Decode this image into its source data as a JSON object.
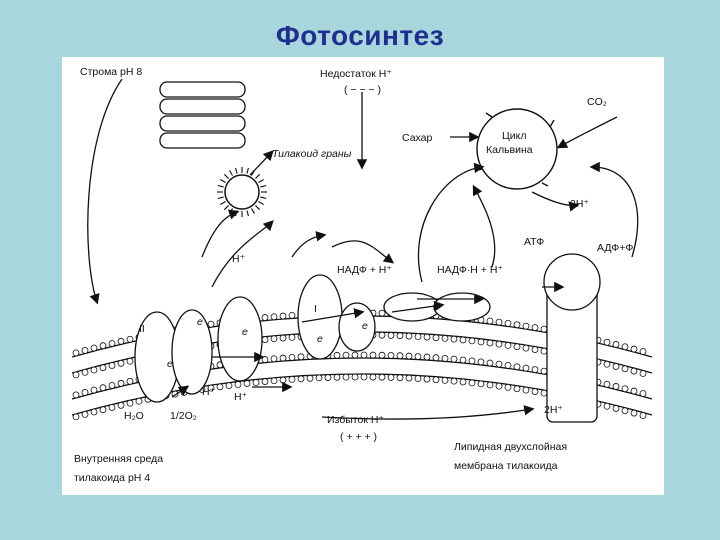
{
  "slide": {
    "title": "Фотосинтез"
  },
  "diagram": {
    "stroma": "Строма рН 8",
    "deficit": "Недостаток Н⁺",
    "deficit_sign": "( − − − )",
    "co2": "CO₂",
    "calvin_line1": "Цикл",
    "calvin_line2": "Кальвина",
    "sugar": "Сахар",
    "grana": "Тилакоид граны",
    "two_h_top": "2Н⁺",
    "atp": "АТФ",
    "adp": "АДФ+Ф",
    "h_plus_stroma": "Н⁺",
    "nadp": "НАДФ + Н⁺",
    "nadph": "НАДФ·Н + Н⁺",
    "ps2": "II",
    "ps1": "I",
    "e": "е",
    "h_plus_lumen": "Н⁺",
    "h_plus_lumen2": "Н⁺",
    "two_h_bottom": "2Н⁺",
    "water": "Н₂О",
    "oxygen": "1/2О₂",
    "excess": "Избыток Н⁺",
    "excess_sign": "( + + + )",
    "lumen_line1": "Внутренняя среда",
    "lumen_line2": "тилакоида рН 4",
    "membrane_line1": "Липидная двухслойная",
    "membrane_line2": "мембрана тилакоида"
  },
  "colors": {
    "background": "#a9d6dc",
    "title": "#1f2f8f",
    "ink": "#111111"
  }
}
